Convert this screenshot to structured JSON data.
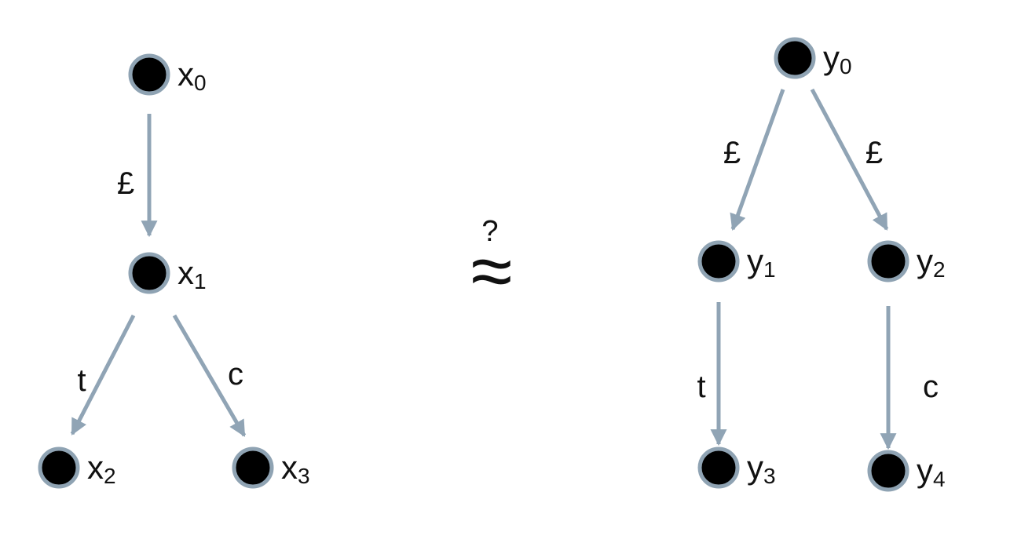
{
  "left_graph": {
    "nodes": [
      {
        "id": "x0",
        "base": "x",
        "sub": "0"
      },
      {
        "id": "x1",
        "base": "x",
        "sub": "1"
      },
      {
        "id": "x2",
        "base": "x",
        "sub": "2"
      },
      {
        "id": "x3",
        "base": "x",
        "sub": "3"
      }
    ],
    "edges": [
      {
        "from": "x0",
        "to": "x1",
        "label": "£"
      },
      {
        "from": "x1",
        "to": "x2",
        "label": "t"
      },
      {
        "from": "x1",
        "to": "x3",
        "label": "c"
      }
    ]
  },
  "relation": {
    "symbol": "≈",
    "question": "?"
  },
  "right_graph": {
    "nodes": [
      {
        "id": "y0",
        "base": "y",
        "sub": "0"
      },
      {
        "id": "y1",
        "base": "y",
        "sub": "1"
      },
      {
        "id": "y2",
        "base": "y",
        "sub": "2"
      },
      {
        "id": "y3",
        "base": "y",
        "sub": "3"
      },
      {
        "id": "y4",
        "base": "y",
        "sub": "4"
      }
    ],
    "edges": [
      {
        "from": "y0",
        "to": "y1",
        "label": "£"
      },
      {
        "from": "y0",
        "to": "y2",
        "label": "£"
      },
      {
        "from": "y1",
        "to": "y3",
        "label": "t"
      },
      {
        "from": "y2",
        "to": "y4",
        "label": "c"
      }
    ]
  },
  "colors": {
    "node_fill": "#000000",
    "node_ring": "#8fa3b3",
    "edge": "#90a4b5",
    "text": "#111111"
  }
}
